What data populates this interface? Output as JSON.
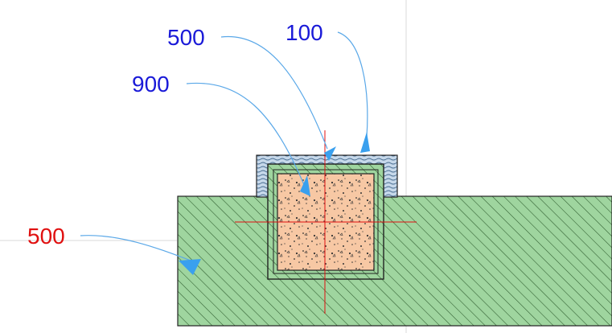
{
  "labels": {
    "top_left": "500",
    "top_right": "100",
    "middle": "900",
    "left": "500"
  },
  "colors": {
    "label_blue": "#1a1ad8",
    "label_red": "#e01010",
    "arrow_fill": "#3aa0ee",
    "leader": "#5aa8e8",
    "hatch_green_fill": "#9fd59f",
    "hatch_line": "#2c5a2c",
    "insulation_fill": "#c6d8ea",
    "core_fill": "#f7c8a4",
    "axis_red": "#e01010",
    "outline": "#222222",
    "guide_grey": "#d8d8d8"
  },
  "icons": {
    "arrow": "arrowhead-icon"
  }
}
